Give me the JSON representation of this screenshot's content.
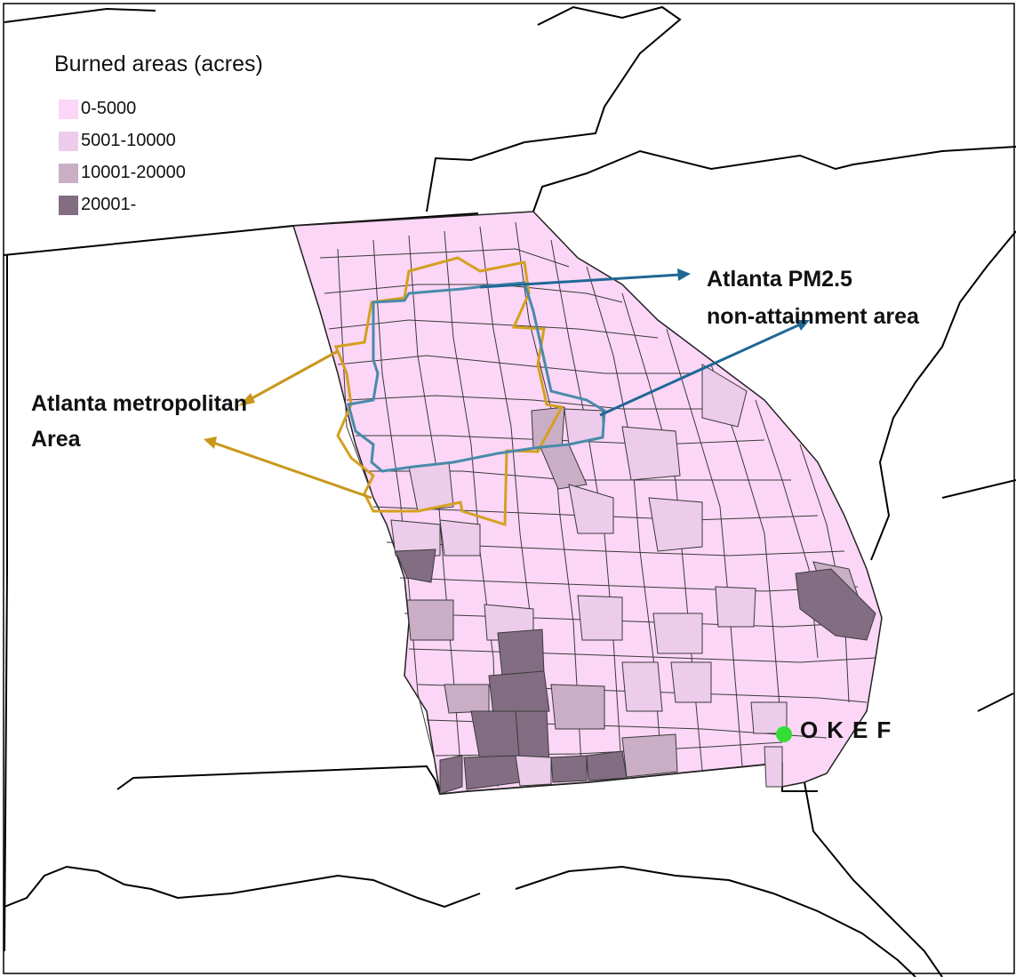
{
  "legend": {
    "title": "Burned areas (acres)",
    "classes": [
      {
        "label": "0-5000",
        "color": "#fbd6f6"
      },
      {
        "label": "5001-10000",
        "color": "#ecccea"
      },
      {
        "label": "10001-20000",
        "color": "#c9aec6"
      },
      {
        "label": "20001-",
        "color": "#836d82"
      }
    ]
  },
  "annotations": {
    "pm25_line1": "Atlanta PM2.5",
    "pm25_line2": "non-attainment area",
    "metro_line1": "Atlanta metropolitan",
    "metro_line2": "Area"
  },
  "site": {
    "label": "OKEF",
    "color": "#33dd33"
  },
  "colors": {
    "pm25_boundary": "#4a8aaa",
    "metro_boundary": "#d4a020",
    "pm25_arrow": "#1f6896",
    "metro_arrow": "#c8981c",
    "county_border": "#3a3a3a"
  }
}
